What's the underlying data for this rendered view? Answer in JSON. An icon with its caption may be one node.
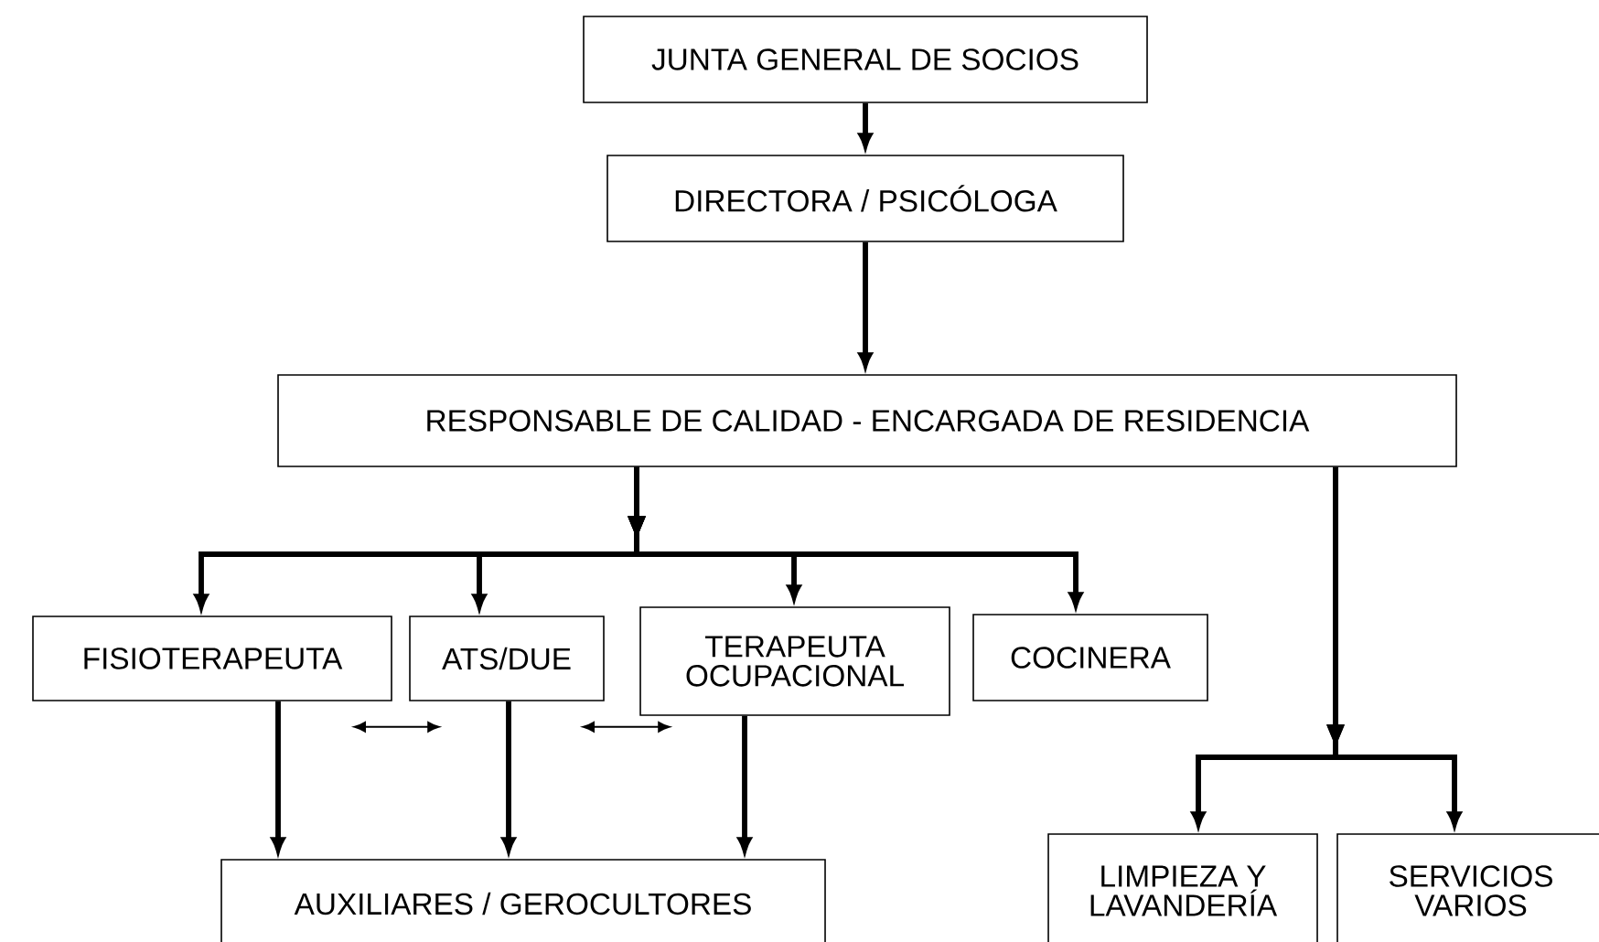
{
  "diagram": {
    "nodes": [
      {
        "text": [
          "JUNTA GENERAL DE SOCIOS"
        ]
      },
      {
        "text": [
          "DIRECTORA / PSICÓLOGA"
        ]
      },
      {
        "text": [
          "RESPONSABLE DE CALIDAD - ENCARGADA DE RESIDENCIA"
        ]
      },
      {
        "text": [
          "FISIOTERAPEUTA"
        ]
      },
      {
        "text": [
          "ATS/DUE"
        ]
      },
      {
        "text": [
          "TERAPEUTA OCUPACIONAL"
        ]
      },
      {
        "text": [
          "COCINERA"
        ]
      },
      {
        "text": [
          "AUXILIARES / GEROCULTORES"
        ]
      },
      {
        "text": [
          "LIMPIEZA Y LAVANDERÍA"
        ]
      },
      {
        "text": [
          "SERVICIOS VARIOS"
        ]
      }
    ],
    "edges": [
      {
        "from": 0,
        "to": 1,
        "arrow": "to"
      },
      {
        "from": 1,
        "to": 2,
        "arrow": "to"
      },
      {
        "from": 2,
        "to": 3,
        "arrow": "to"
      },
      {
        "from": 2,
        "to": 4,
        "arrow": "to"
      },
      {
        "from": 2,
        "to": 5,
        "arrow": "to"
      },
      {
        "from": 2,
        "to": 6,
        "arrow": "to"
      },
      {
        "from": 2,
        "to": 8,
        "arrow": "to"
      },
      {
        "from": 2,
        "to": 9,
        "arrow": "to"
      },
      {
        "from": 3,
        "to": 7,
        "arrow": "to"
      },
      {
        "from": 4,
        "to": 7,
        "arrow": "to"
      },
      {
        "from": 5,
        "to": 7,
        "arrow": "to"
      },
      {
        "from": 3,
        "to": 4,
        "arrow": "both"
      },
      {
        "from": 4,
        "to": 5,
        "arrow": "both"
      }
    ]
  }
}
